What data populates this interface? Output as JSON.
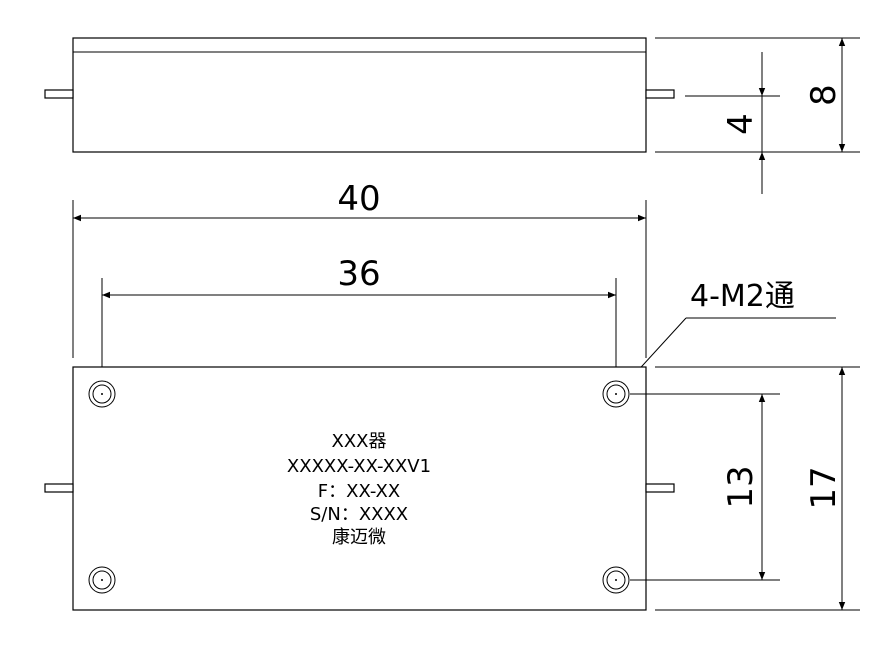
{
  "drawing": {
    "dimensions": {
      "overall_length": "40",
      "hole_spacing_x": "36",
      "height": "8",
      "pin_height": "4",
      "hole_spacing_y": "13",
      "overall_width": "17"
    },
    "callout": "4-M2通",
    "label_lines": [
      "XXX器",
      "XXXXX-XX-XXV1",
      "F：XX-XX",
      "S/N：XXXX",
      "康迈微"
    ]
  }
}
